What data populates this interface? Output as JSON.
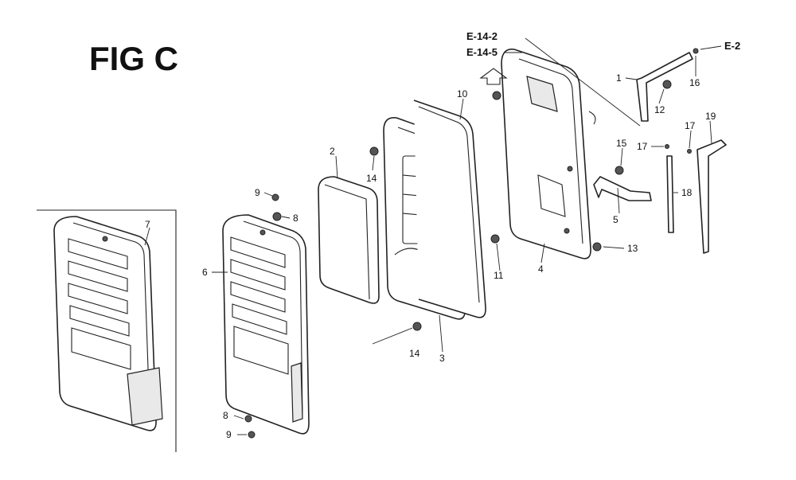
{
  "figure": {
    "title": "FIG C",
    "refs": {
      "top1": "E-14-2",
      "top2": "E-14-5",
      "right": "E-2"
    }
  },
  "parts": {
    "p1": "1",
    "p2": "2",
    "p3": "3",
    "p4": "4",
    "p5": "5",
    "p6": "6",
    "p7": "7",
    "p8a": "8",
    "p8b": "8",
    "p9a": "9",
    "p9b": "9",
    "p10": "10",
    "p11": "11",
    "p12": "12",
    "p13": "13",
    "p14a": "14",
    "p14b": "14",
    "p15": "15",
    "p16": "16",
    "p17a": "17",
    "p17b": "17",
    "p18": "18",
    "p19": "19"
  }
}
